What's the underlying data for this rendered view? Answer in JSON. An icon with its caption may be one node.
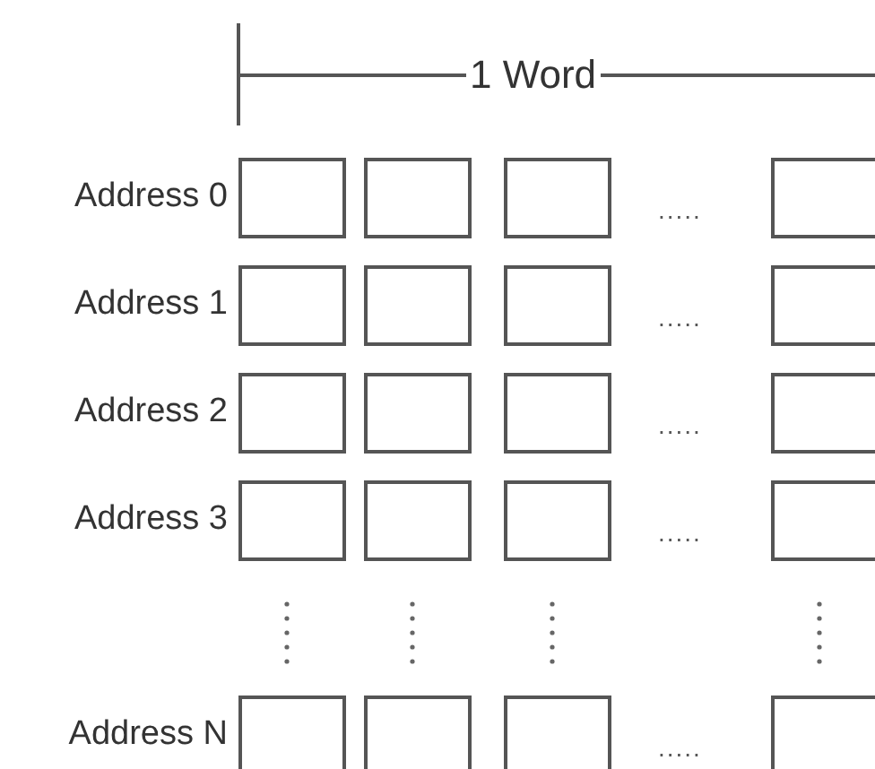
{
  "diagram": {
    "nodes": [
      {
        "text": [],
        "shape": "box"
      },
      {
        "text": [],
        "shape": "box"
      },
      {
        "text": [],
        "shape": "box"
      },
      {
        "text": [],
        "shape": "box"
      },
      {
        "text": [],
        "shape": "box"
      },
      {
        "text": [],
        "shape": "box"
      },
      {
        "text": [],
        "shape": "box"
      },
      {
        "text": [],
        "shape": "box"
      },
      {
        "text": [],
        "shape": "box"
      },
      {
        "text": [],
        "shape": "box"
      },
      {
        "text": [],
        "shape": "box"
      },
      {
        "text": [],
        "shape": "box"
      },
      {
        "text": [],
        "shape": "box"
      },
      {
        "text": [],
        "shape": "box"
      },
      {
        "text": [],
        "shape": "box"
      },
      {
        "text": [],
        "shape": "box"
      },
      {
        "text": [],
        "shape": "box"
      },
      {
        "text": [],
        "shape": "box"
      },
      {
        "text": [],
        "shape": "box"
      },
      {
        "text": [],
        "shape": "box"
      }
    ],
    "labels": [
      "1 Word",
      "Address 0",
      ".....",
      "Address 1",
      ".....",
      "Address 2",
      ".....",
      "Address 3",
      ".....",
      "Address N",
      "....."
    ]
  }
}
